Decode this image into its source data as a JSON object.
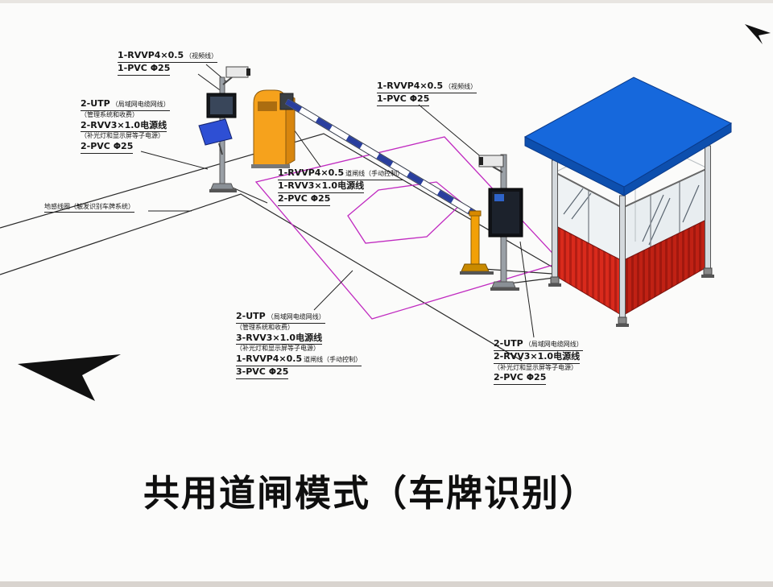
{
  "page": {
    "title": "共用道闸模式（车牌识别）"
  },
  "labels": {
    "cam1": {
      "r1a": "1-RVVP4×0.5",
      "r1b": "（视频线）",
      "r2": "1-PVC Φ25"
    },
    "utp_left": {
      "r1a": "2-UTP",
      "r1b": "（局域网电缆网线）",
      "r2": "（管理系统和收费）",
      "r3": "2-RVV3×1.0电源线",
      "r4": "（补光灯和显示屏等子电源）",
      "r5": "2-PVC Φ25"
    },
    "ground_loop": {
      "r1": "地感线圈（触发识别车牌系统）"
    },
    "barrier_mid": {
      "r1a": "1-RVVP4×0.5",
      "r1b": "道闸线（手动控制）",
      "r2": "1-RVV3×1.0电源线",
      "r3": "2-PVC Φ25"
    },
    "cam2": {
      "r1a": "1-RVVP4×0.5",
      "r1b": "（视频线）",
      "r2": "1-PVC Φ25"
    },
    "bottom_mid": {
      "r1a": "2-UTP",
      "r1b": "（局域网电缆网线）",
      "r2": "（管理系统和收费）",
      "r3": "3-RVV3×1.0电源线",
      "r4": "（补光灯和显示屏等子电源）",
      "r5a": "1-RVVP4×0.5",
      "r5b": "道闸线（手动控制）",
      "r6": "3-PVC Φ25"
    },
    "right_booth": {
      "r1a": "2-UTP",
      "r1b": "（局域网电缆网线）",
      "r2": "2-RVV3×1.0电源线",
      "r3": "（补光灯和显示屏等子电源）",
      "r4": "2-PVC Φ25"
    }
  },
  "colors": {
    "roof_blue": "#1668dc",
    "roof_edge_blue": "#0d4fae",
    "wall_red": "#d92a1c",
    "wall_red_dark": "#c02114",
    "barrier_orange": "#f6a21c",
    "barrier_orange_dark": "#d8860e",
    "boom_stripe_blue": "#2a3f9e",
    "support_post_yellow": "#f2a007",
    "floodlight_blue": "#2e4fd4",
    "zone_magenta": "#c02ac0",
    "arrow_black": "#111111"
  }
}
